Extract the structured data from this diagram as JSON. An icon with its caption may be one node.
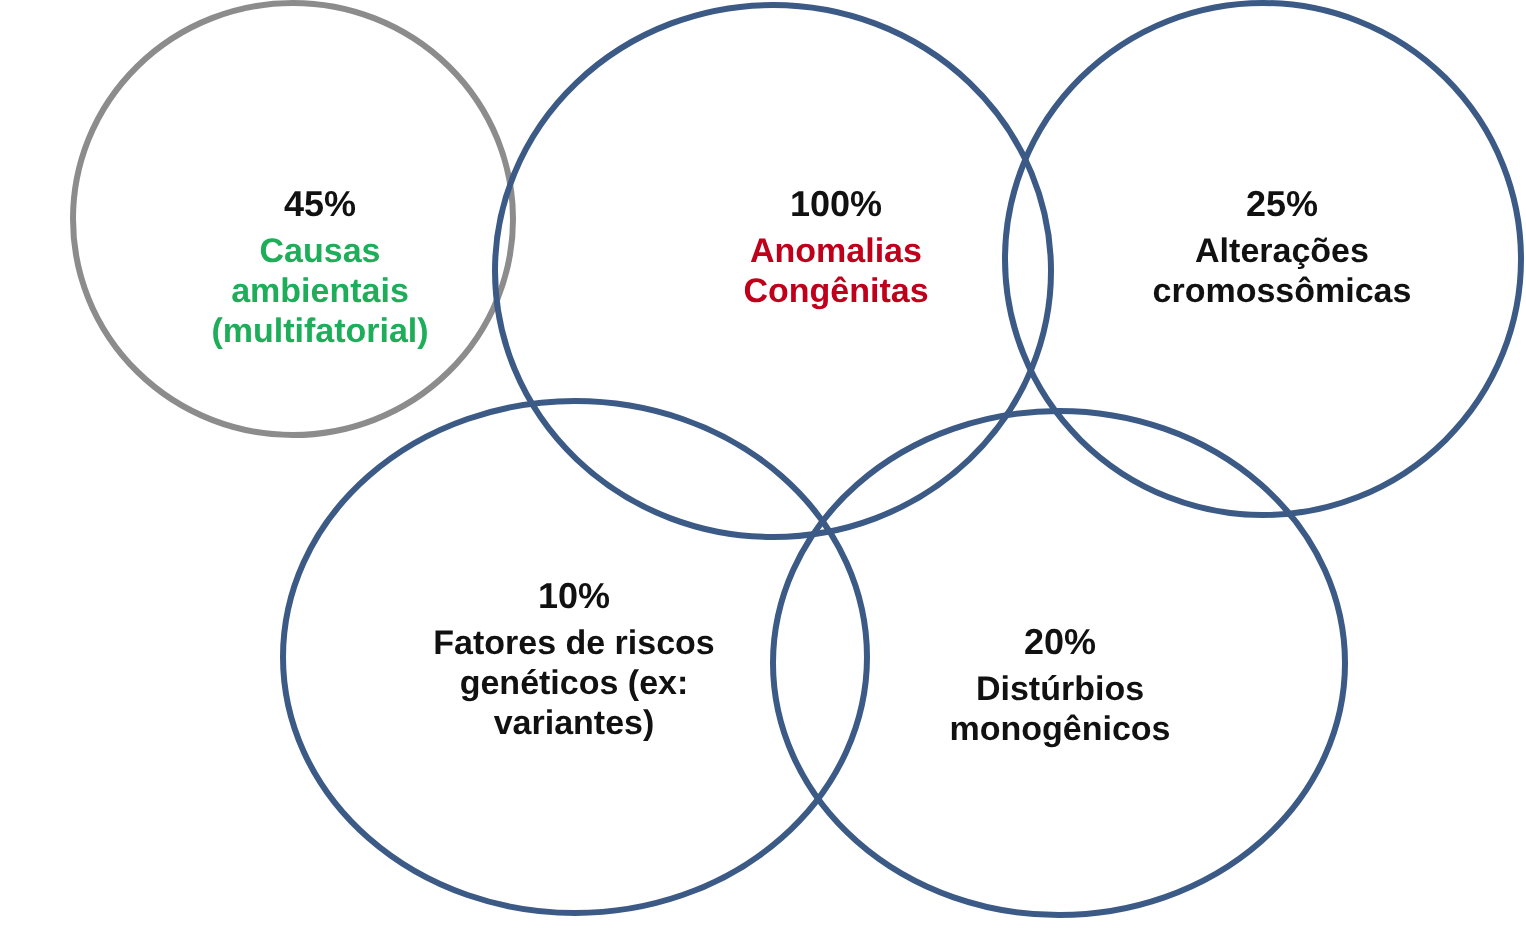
{
  "diagram": {
    "nodes": [
      {
        "text": [
          "45%",
          "Causas ambientais (multifatorial)"
        ]
      },
      {
        "text": [
          "100%",
          "Anomalias Congênitas"
        ]
      },
      {
        "text": [
          "25%",
          "Alterações cromossômicas"
        ]
      },
      {
        "text": [
          "10%",
          "Fatores de riscos genéticos (ex: variantes)"
        ]
      },
      {
        "text": [
          "20%",
          "Distúrbios monogênicos"
        ]
      }
    ]
  }
}
